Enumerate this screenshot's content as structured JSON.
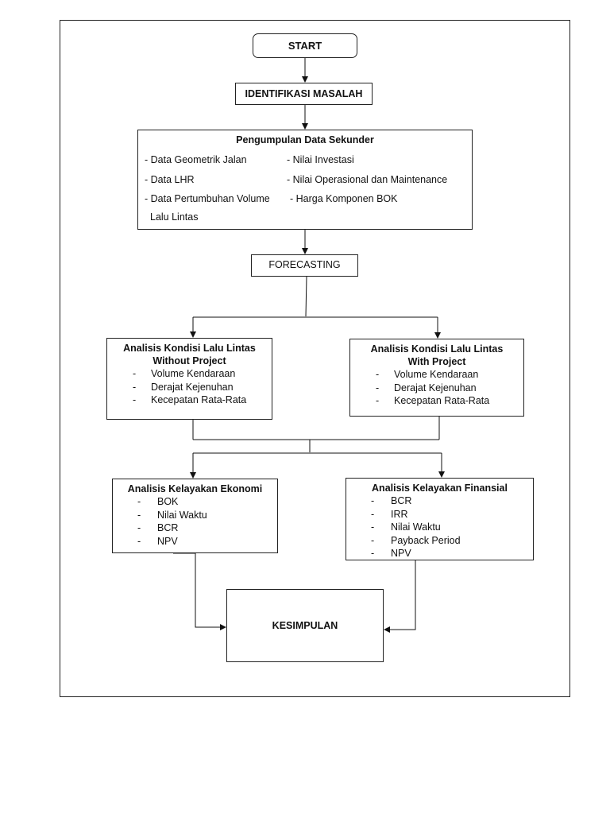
{
  "start": "START",
  "identifikasi": "IDENTIFIKASI MASALAH",
  "pengumpulan": {
    "title": "Pengumpulan Data Sekunder",
    "left_items": [
      "- Data Geometrik Jalan",
      "- Data LHR",
      "- Data Pertumbuhan Volume",
      "Lalu Lintas"
    ],
    "right_items": [
      "- Nilai Investasi",
      "- Nilai Operasional dan Maintenance",
      "- Harga Komponen BOK"
    ]
  },
  "forecasting": "FORECASTING",
  "without_project": {
    "title_line1": "Analisis Kondisi Lalu Lintas",
    "title_line2": "Without Project",
    "items": [
      "Volume Kendaraan",
      "Derajat Kejenuhan",
      "Kecepatan Rata-Rata"
    ]
  },
  "with_project": {
    "title_line1": "Analisis Kondisi Lalu Lintas",
    "title_line2": "With Project",
    "items": [
      "Volume Kendaraan",
      "Derajat Kejenuhan",
      "Kecepatan Rata-Rata"
    ]
  },
  "ekonomi": {
    "title": "Analisis Kelayakan Ekonomi",
    "items": [
      "BOK",
      "Nilai Waktu",
      "BCR",
      "NPV"
    ]
  },
  "finansial": {
    "title": "Analisis Kelayakan Finansial",
    "items": [
      "BCR",
      "IRR",
      "Nilai Waktu",
      "Payback Period",
      "NPV"
    ]
  },
  "kesimpulan": "KESIMPULAN",
  "bullet": "-"
}
